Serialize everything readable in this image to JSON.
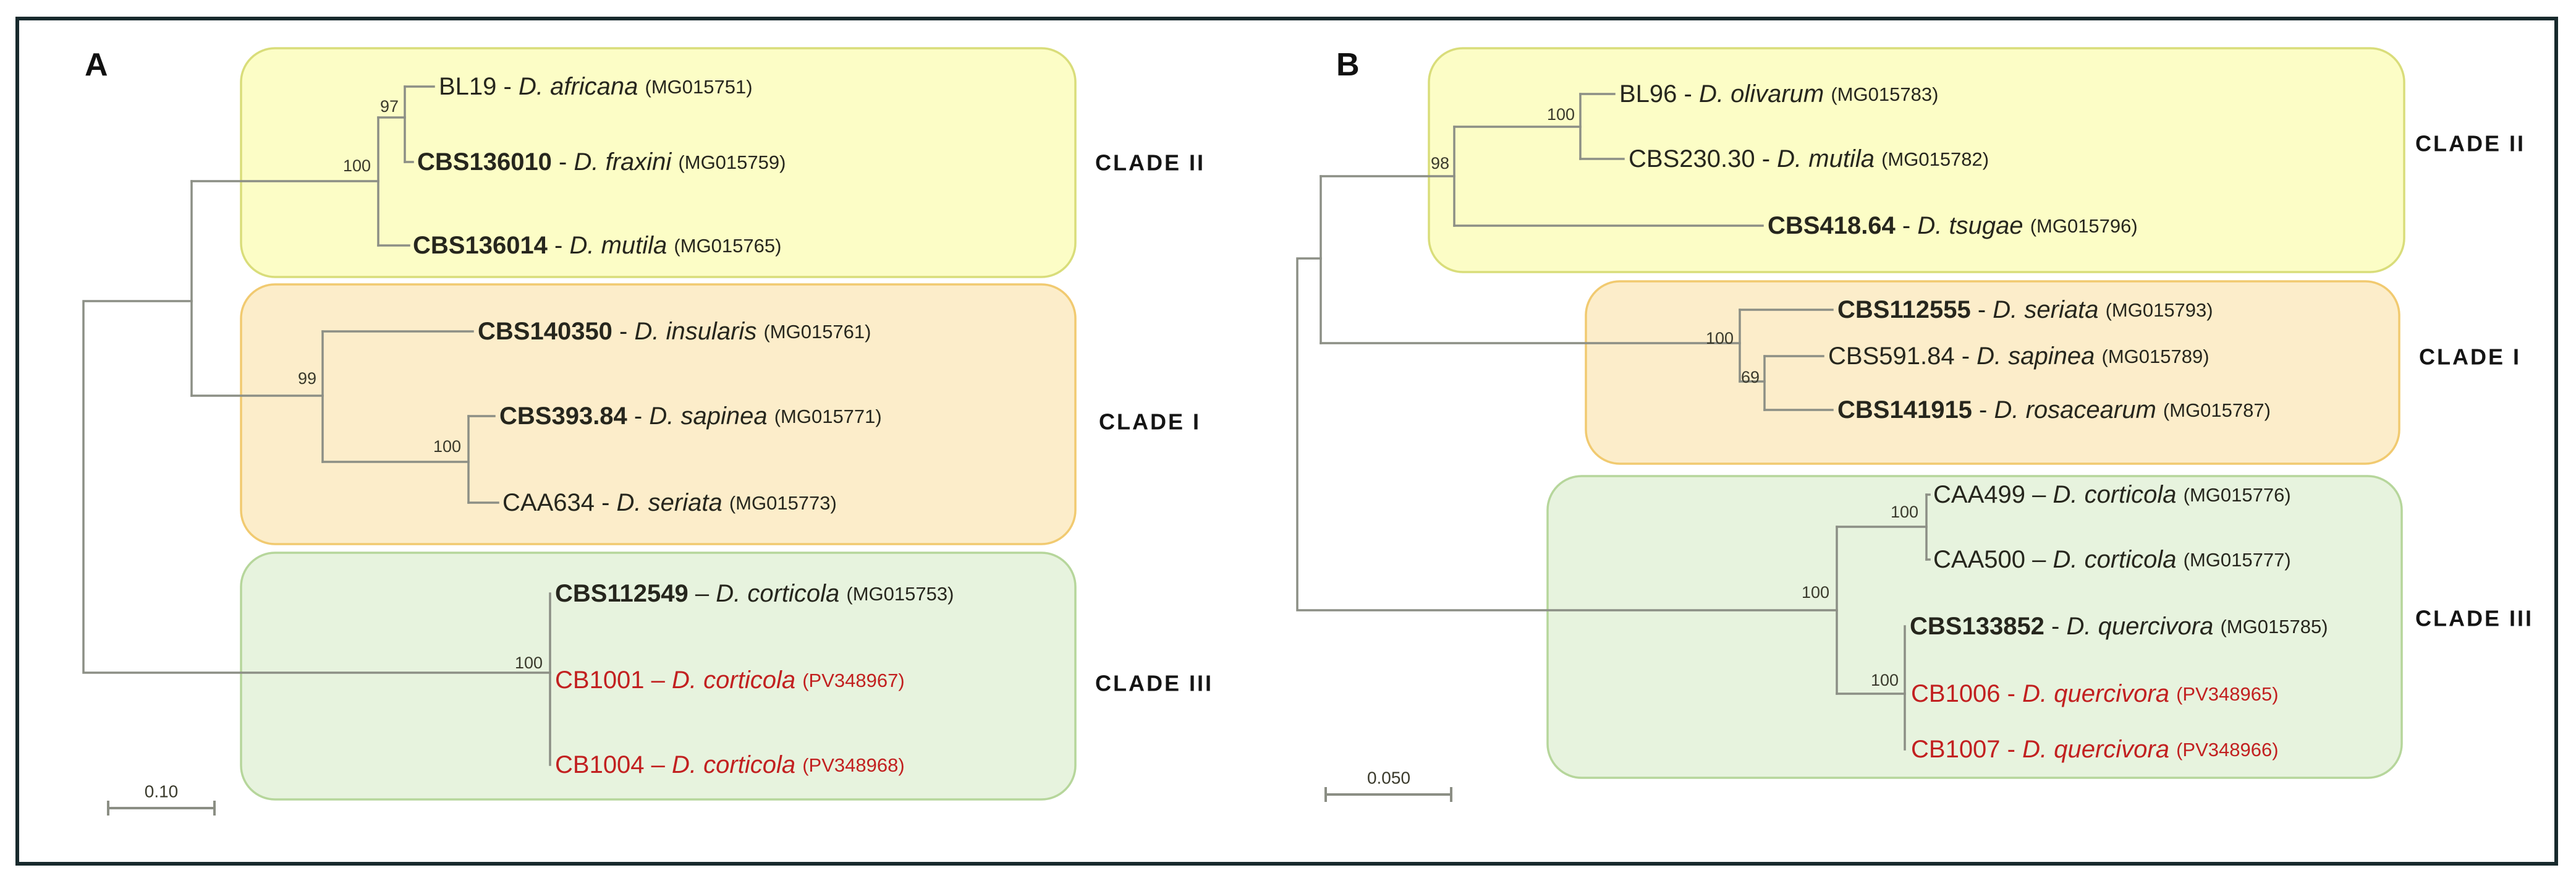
{
  "figure": {
    "type": "phylogenetic-tree-figure",
    "panel_letters": {
      "a": "A",
      "b": "B"
    }
  },
  "colors": {
    "clade_ii_fill": "#fcfdc6",
    "clade_ii_stroke": "#d9dd7a",
    "clade_i_fill": "#fcedca",
    "clade_i_stroke": "#f1ca70",
    "clade_iii_fill": "#e7f3de",
    "clade_iii_stroke": "#b6d69b",
    "branch": "#8c8f85",
    "highlight_red": "#c22020",
    "border": "#182a2d"
  },
  "panel_a": {
    "letter": "A",
    "scale_label": "0.10",
    "clades": {
      "ii": "CLADE II",
      "i": "CLADE I",
      "iii": "CLADE III"
    },
    "bootstraps": {
      "n97": "97",
      "n100_clade_ii": "100",
      "n99": "99",
      "n100_clade_i": "100",
      "n100_clade_iii": "100"
    },
    "leaves": {
      "bl19": {
        "strain": "BL19",
        "sep": " - ",
        "species": "D. africana",
        "accession": "(MG015751)"
      },
      "cbs136010": {
        "strain": "CBS136010",
        "sep": " - ",
        "species": "D. fraxini",
        "accession": "(MG015759)"
      },
      "cbs136014": {
        "strain": "CBS136014",
        "sep": " - ",
        "species": "D. mutila",
        "accession": "(MG015765)"
      },
      "cbs140350": {
        "strain": "CBS140350",
        "sep": " - ",
        "species": "D. insularis",
        "accession": "(MG015761)"
      },
      "cbs393_84": {
        "strain": "CBS393.84",
        "sep": " - ",
        "species": "D. sapinea",
        "accession": "(MG015771)"
      },
      "caa634": {
        "strain": "CAA634",
        "sep": " - ",
        "species": "D. seriata",
        "accession": "(MG015773)"
      },
      "cbs112549": {
        "strain": "CBS112549",
        "sep": " – ",
        "species": "D. corticola",
        "accession": "(MG015753)"
      },
      "cb1001": {
        "strain": "CB1001",
        "sep": " – ",
        "species": "D. corticola",
        "accession": "(PV348967)"
      },
      "cb1004": {
        "strain": "CB1004",
        "sep": " – ",
        "species": "D. corticola",
        "accession": "(PV348968)"
      }
    }
  },
  "panel_b": {
    "letter": "B",
    "scale_label": "0.050",
    "clades": {
      "ii": "CLADE II",
      "i": "CLADE I",
      "iii": "CLADE III"
    },
    "bootstraps": {
      "n100_olivarum_pair": "100",
      "n98": "98",
      "n100_clade_i": "100",
      "n69": "69",
      "n100_clade_iii_root": "100",
      "n100_caa_pair": "100",
      "n100_quercivora": "100"
    },
    "leaves": {
      "bl96": {
        "strain": "BL96",
        "sep": " - ",
        "species": "D. olivarum",
        "accession": "(MG015783)"
      },
      "cbs230_30": {
        "strain": "CBS230.30",
        "sep": " - ",
        "species": "D. mutila",
        "accession": "(MG015782)"
      },
      "cbs418_64": {
        "strain": "CBS418.64",
        "sep": " - ",
        "species": "D. tsugae",
        "accession": "(MG015796)"
      },
      "cbs112555": {
        "strain": "CBS112555",
        "sep": " - ",
        "species": "D. seriata",
        "accession": "(MG015793)"
      },
      "cbs591_84": {
        "strain": "CBS591.84",
        "sep": " - ",
        "species": "D. sapinea",
        "accession": "(MG015789)"
      },
      "cbs141915": {
        "strain": "CBS141915",
        "sep": " - ",
        "species": "D. rosacearum",
        "accession": "(MG015787)"
      },
      "caa499": {
        "strain": "CAA499",
        "sep": " – ",
        "species": "D. corticola",
        "accession": "(MG015776)"
      },
      "caa500": {
        "strain": "CAA500",
        "sep": " – ",
        "species": "D. corticola",
        "accession": "(MG015777)"
      },
      "cbs133852": {
        "strain": "CBS133852",
        "sep": " - ",
        "species": "D. quercivora",
        "accession": "(MG015785)"
      },
      "cb1006": {
        "strain": "CB1006",
        "sep": " - ",
        "species": "D. quercivora",
        "accession": "(PV348965)"
      },
      "cb1007": {
        "strain": "CB1007",
        "sep": " - ",
        "species": "D. quercivora",
        "accession": "(PV348966)"
      }
    }
  }
}
